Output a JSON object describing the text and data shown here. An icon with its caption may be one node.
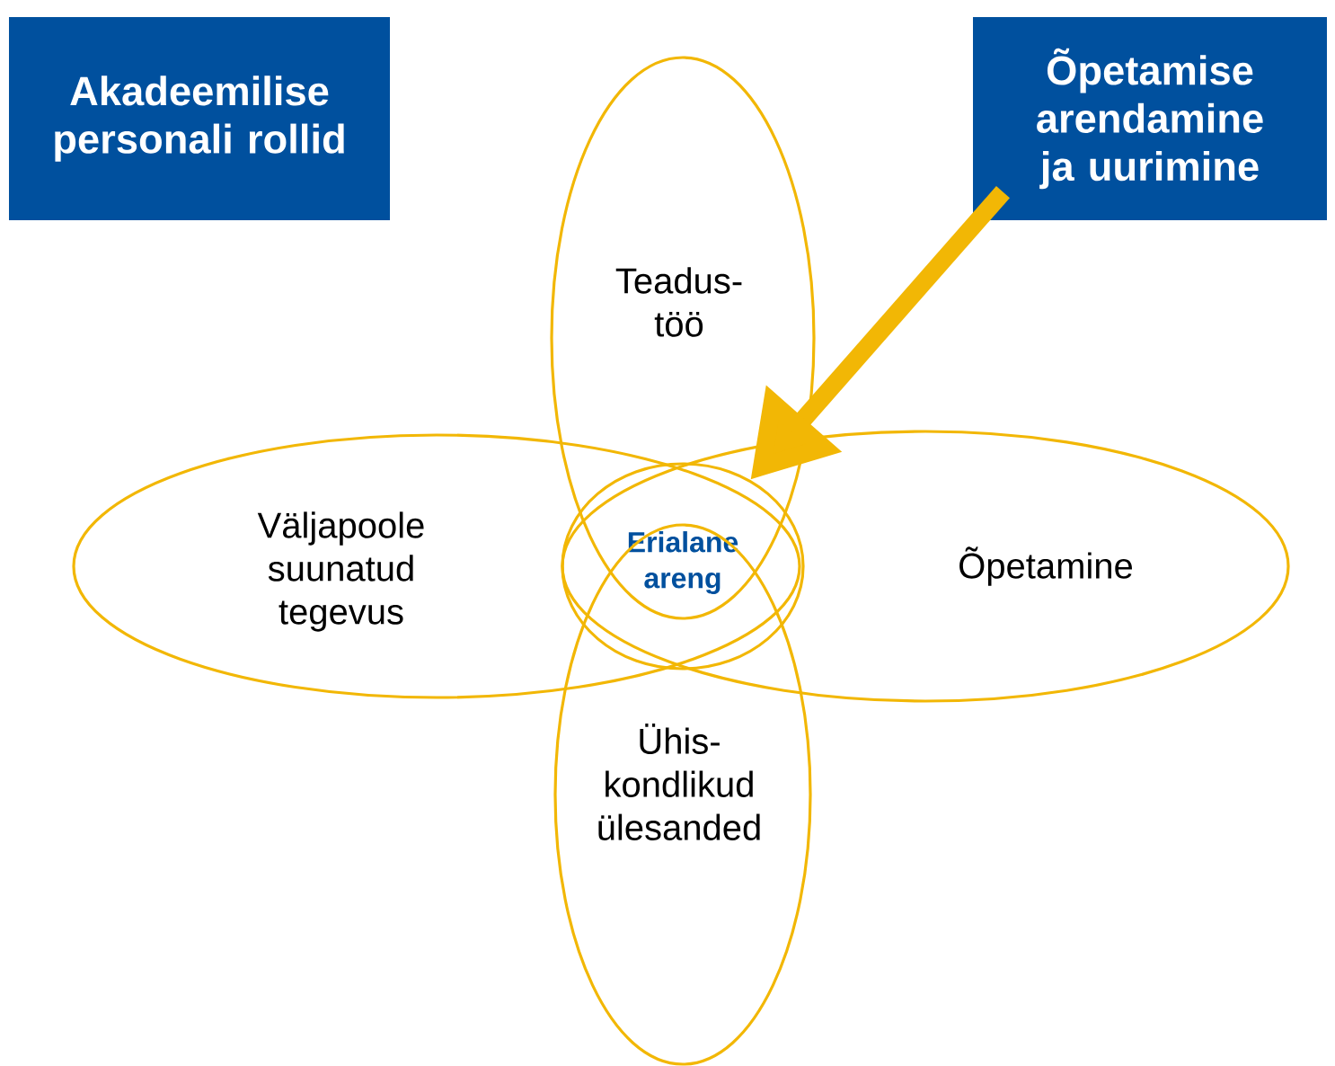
{
  "diagram": {
    "nodes": [
      {
        "text": [
          "Akadeemilise personali rollid"
        ]
      },
      {
        "text": [
          "Õpetamise arendamine ja uurimine"
        ]
      },
      {
        "text": [
          "Teadus- töö"
        ]
      },
      {
        "text": [
          "Väljapoole suunatud tegevus"
        ]
      },
      {
        "text": [
          "Erialane areng"
        ]
      },
      {
        "text": [
          "Õpetamine"
        ]
      },
      {
        "text": [
          "Ühis- kondlikud ülesanded"
        ]
      }
    ],
    "edges": [
      {
        "from": 1,
        "to": 4,
        "arrow": "to"
      }
    ]
  }
}
